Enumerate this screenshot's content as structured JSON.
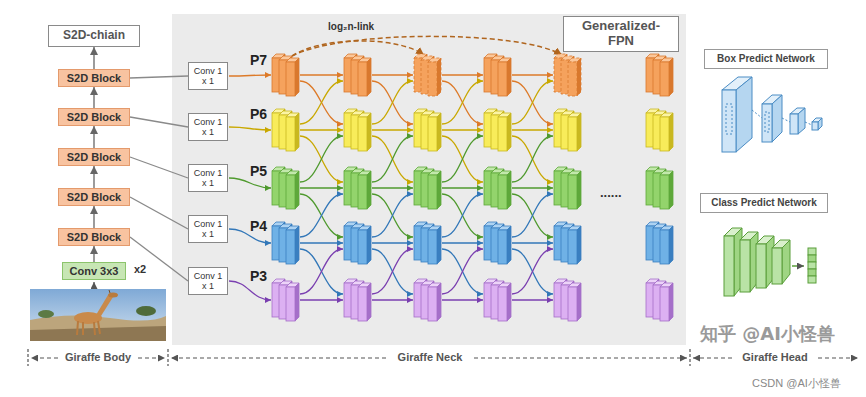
{
  "diagram": {
    "nodes": [
      {
        "text": [
          "S2D-chiain"
        ]
      },
      {
        "text": [
          "S2D Block"
        ]
      },
      {
        "text": [
          "S2D Block"
        ]
      },
      {
        "text": [
          "S2D Block"
        ]
      },
      {
        "text": [
          "S2D Block"
        ]
      },
      {
        "text": [
          "S2D Block"
        ]
      },
      {
        "text": [
          "Conv 3x3"
        ]
      },
      {
        "text": [
          "Conv 1 x 1"
        ]
      },
      {
        "text": [
          "Conv 1 x 1"
        ]
      },
      {
        "text": [
          "Conv 1 x 1"
        ]
      },
      {
        "text": [
          "Conv 1 x 1"
        ]
      },
      {
        "text": [
          "Conv 1 x 1"
        ]
      },
      {
        "text": [
          "Generalized-FPN"
        ]
      },
      {
        "text": [
          "Box Predict Network"
        ]
      },
      {
        "text": [
          "Class Predict Network"
        ]
      }
    ],
    "edges": [
      {
        "from": 6,
        "to": 5,
        "arrow": "to"
      },
      {
        "from": 5,
        "to": 4,
        "arrow": "to"
      },
      {
        "from": 4,
        "to": 3,
        "arrow": "to"
      },
      {
        "from": 3,
        "to": 2,
        "arrow": "to"
      },
      {
        "from": 2,
        "to": 1,
        "arrow": "to"
      },
      {
        "from": 1,
        "to": 0,
        "arrow": "to"
      },
      {
        "from": 1,
        "to": 7,
        "arrow": "none"
      },
      {
        "from": 2,
        "to": 8,
        "arrow": "none"
      },
      {
        "from": 3,
        "to": 9,
        "arrow": "none"
      },
      {
        "from": 4,
        "to": 10,
        "arrow": "none"
      },
      {
        "from": 5,
        "to": 11,
        "arrow": "none"
      }
    ],
    "labels": [
      "x2",
      "P7",
      "P6",
      "P5",
      "P4",
      "P3",
      "log₂n-link",
      "......",
      "Giraffe Body",
      "Giraffe Neck",
      "Giraffe Head",
      "知乎 @AI小怪兽",
      "CSDN @AI小怪兽"
    ]
  }
}
